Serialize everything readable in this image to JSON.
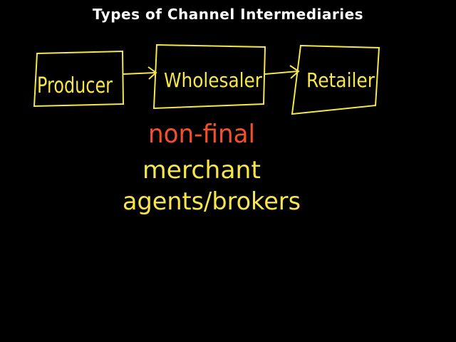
{
  "title": "Types of Channel Intermediaries",
  "boxes": [
    {
      "label": "Producer"
    },
    {
      "label": "Wholesaler"
    },
    {
      "label": "Retailer"
    }
  ],
  "notes": {
    "non_final": "non-final",
    "merchant": "merchant",
    "agents_brokers": "agents/brokers"
  },
  "colors": {
    "background": "#000000",
    "title": "#ffffff",
    "ink_yellow": "#f5e64a",
    "ink_red": "#f4502a"
  }
}
